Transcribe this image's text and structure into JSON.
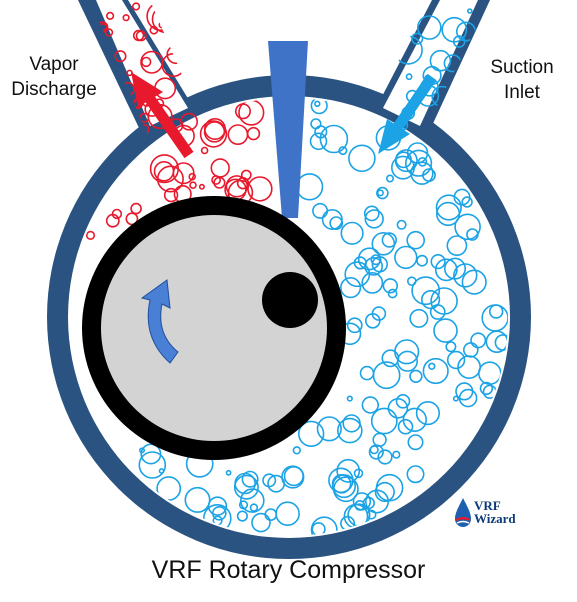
{
  "labels": {
    "vapor_line1": "Vapor",
    "vapor_line2": "Discharge",
    "suction_line1": "Suction",
    "suction_line2": "Inlet"
  },
  "title": "VRF Rotary Compressor",
  "logo": {
    "line1": "VRF",
    "line2": "Wizard"
  },
  "colors": {
    "shell": "#2a5381",
    "roller": "#000000",
    "rotor_fill": "#d3d3d3",
    "vane": "#3e73c7",
    "discharge": "#e8192c",
    "suction": "#1ba3e6",
    "rotation_arrow": "#4a7fd6"
  },
  "icons": {
    "discharge_arrow": "arrow-up-left-icon",
    "suction_arrow": "arrow-down-left-icon",
    "rotation": "curved-rotation-arrow-icon",
    "logo": "water-drop-icon"
  }
}
